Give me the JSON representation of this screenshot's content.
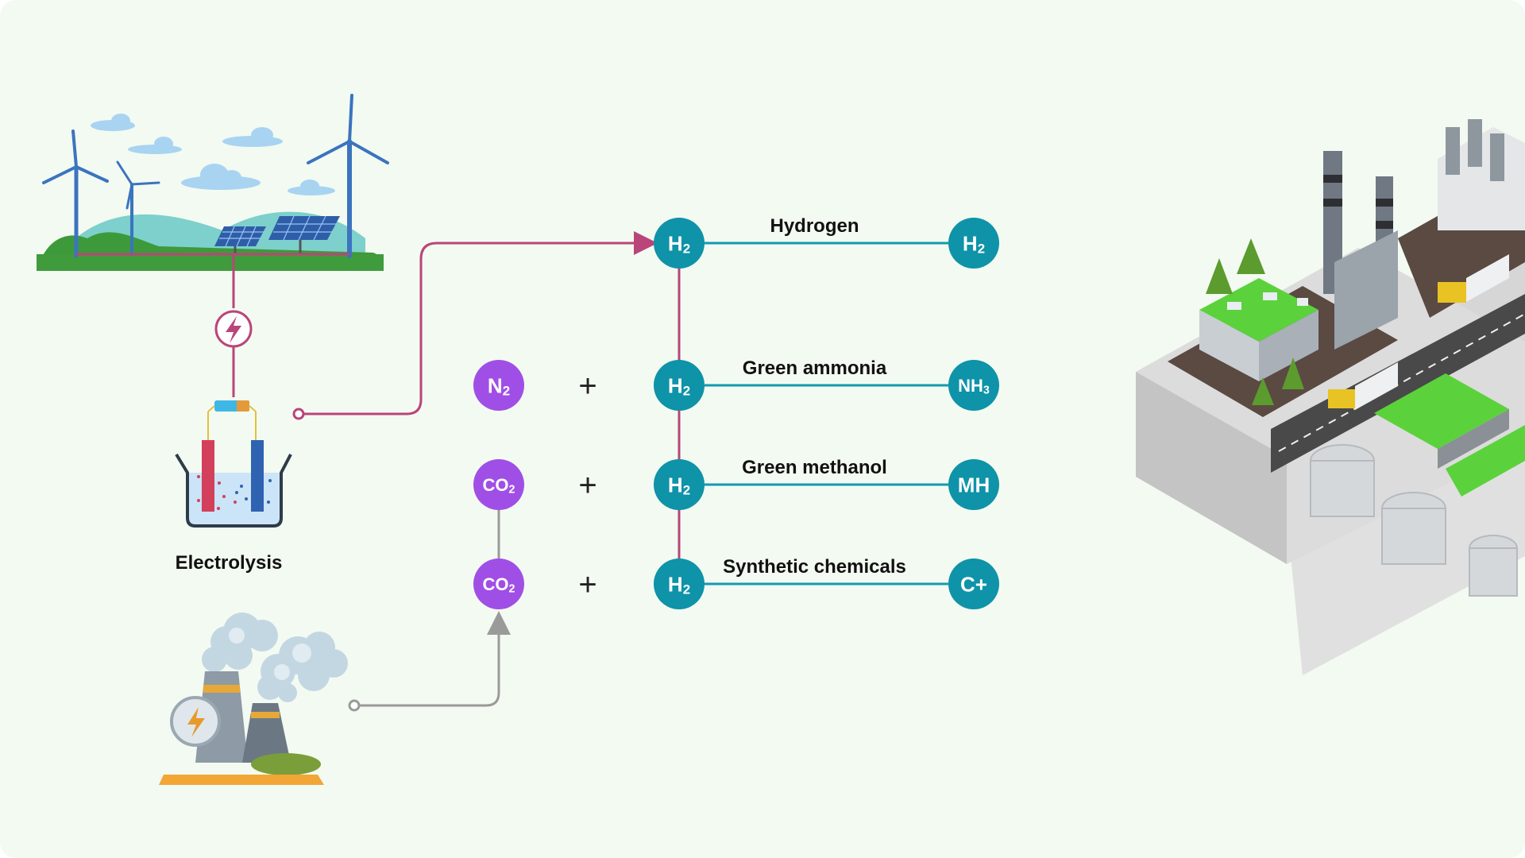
{
  "process": {
    "electrolysis_label": "Electrolysis"
  },
  "colors": {
    "background": "#f3faf1",
    "hydrogen_node": "#0e93a8",
    "reactant_node": "#a04fe6",
    "hydrogen_line": "#b9457a",
    "product_line": "#139ab0",
    "carbon_line": "#9a9a9a"
  },
  "rows": [
    {
      "name": "Hydrogen",
      "reactant": "",
      "reactant_sub": "",
      "h2": "H",
      "h2_sub": "2",
      "product": "H",
      "product_sub": "2"
    },
    {
      "name": "Green ammonia",
      "reactant": "N",
      "reactant_sub": "2",
      "h2": "H",
      "h2_sub": "2",
      "product": "NH",
      "product_sub": "3"
    },
    {
      "name": "Green methanol",
      "reactant": "CO",
      "reactant_sub": "2",
      "h2": "H",
      "h2_sub": "2",
      "product": "MH",
      "product_sub": ""
    },
    {
      "name": "Synthetic chemicals",
      "reactant": "CO",
      "reactant_sub": "2",
      "h2": "H",
      "h2_sub": "2",
      "product": "C+",
      "product_sub": ""
    }
  ],
  "plus_sign": "+",
  "icons": {
    "renewables": "wind-solar-landscape-icon",
    "power": "lightning-bolt-icon",
    "electrolyzer": "electrolysis-cell-icon",
    "emitter": "power-plant-emissions-icon",
    "industry": "industrial-city-icon"
  }
}
